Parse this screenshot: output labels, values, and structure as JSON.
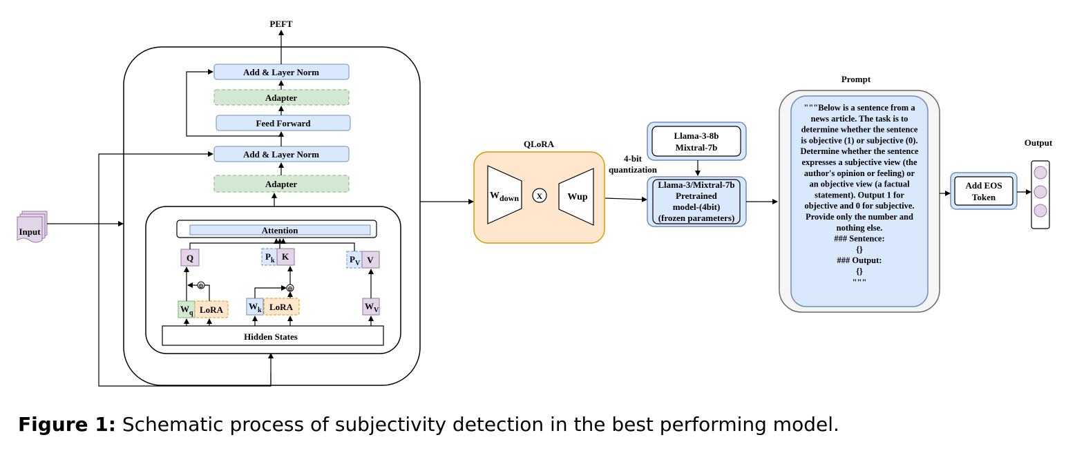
{
  "peft": {
    "title": "PEFT",
    "add_norm_top": "Add & Layer Norm",
    "adapter_top": "Adapter",
    "feed_forward": "Feed Forward",
    "add_norm_bottom": "Add & Layer Norm",
    "adapter_bottom": "Adapter",
    "attention": "Attention",
    "q": "Q",
    "pk_base": "P",
    "pk_sub": "k",
    "k": "K",
    "pv_base": "P",
    "pv_sub": "V",
    "v": "V",
    "wq_base": "W",
    "wq_sub": "q",
    "wk_base": "W",
    "wk_sub": "k",
    "wv_base": "W",
    "wv_sub": "V",
    "lora": "LoRA",
    "plus": "⊕",
    "hidden_states": "Hidden States"
  },
  "input": {
    "label": "Input"
  },
  "qlora": {
    "title": "QLoRA",
    "w_down_base": "W",
    "w_down_sub": "down",
    "x_op": "X",
    "w_up": "Wup"
  },
  "quant_label": [
    "4-bit",
    "quantization"
  ],
  "models": {
    "names": [
      "Llama-3-8b",
      "Mixtral-7b"
    ],
    "pretrained": [
      "Llama-3/Mixtral-7b",
      "Pretrained",
      "model-(4bit)",
      "(frozen parameters)"
    ]
  },
  "prompt": {
    "title": "Prompt",
    "lines": [
      "\"\"\"Below is a sentence from a",
      "news article. The task is to",
      "determine whether the sentence",
      "is objective (1) or subjective (0).",
      "Determine whether the sentence",
      "expresses a subjective view (the",
      "author's opinion or feeling) or",
      "an objective view (a factual",
      "statement). Output 1 for",
      "objective and 0 for subjective.",
      "Provide only the number and",
      "nothing else.",
      "### Sentence:",
      "{}",
      "### Output:",
      "{}",
      "\"\"\""
    ]
  },
  "eos": {
    "lines": [
      "Add EOS",
      "Token"
    ]
  },
  "output": {
    "title": "Output"
  },
  "caption": {
    "lead": "Figure 1:",
    "text": " Schematic process of subjectivity detection in the best performing model."
  },
  "colors": {
    "blue_fill": "#dae8fc",
    "blue_stroke": "#6c8ebf",
    "green_fill": "#d5e8d4",
    "green_stroke": "#82b366",
    "orange_fill": "#ffe6cc",
    "orange_stroke": "#d79b00",
    "purple_fill": "#e1d5e7",
    "purple_stroke": "#9673a6",
    "gray_fill": "#f5f5f5",
    "gray_stroke": "#666666"
  }
}
